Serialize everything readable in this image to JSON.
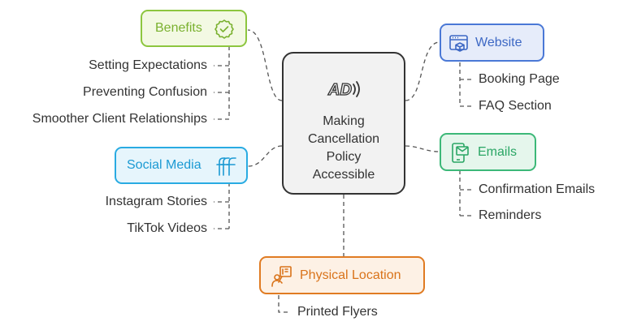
{
  "center": {
    "lines": [
      "Making",
      "Cancellation",
      "Policy",
      "Accessible"
    ]
  },
  "branches": {
    "benefits": {
      "label": "Benefits",
      "color": "#8dc63f",
      "fill": "#f3f9e3",
      "icon": "award-badge-icon",
      "items": [
        "Setting Expectations",
        "Preventing Confusion",
        "Smoother Client Relationships"
      ]
    },
    "social": {
      "label": "Social Media",
      "color": "#29abe2",
      "fill": "#e6f5fc",
      "icon": "social-ff-icon",
      "items": [
        "Instagram Stories",
        "TikTok Videos"
      ]
    },
    "website": {
      "label": "Website",
      "color": "#4a78d6",
      "fill": "#e6ecfa",
      "icon": "browser-box-icon",
      "items": [
        "Booking Page",
        "FAQ Section"
      ]
    },
    "emails": {
      "label": "Emails",
      "color": "#3cb878",
      "fill": "#e5f6ec",
      "icon": "phone-mail-icon",
      "items": [
        "Confirmation Emails",
        "Reminders"
      ]
    },
    "physical": {
      "label": "Physical Location",
      "color": "#e07b22",
      "fill": "#fdf1e5",
      "icon": "person-sign-icon",
      "items": [
        "Printed Flyers"
      ]
    }
  }
}
